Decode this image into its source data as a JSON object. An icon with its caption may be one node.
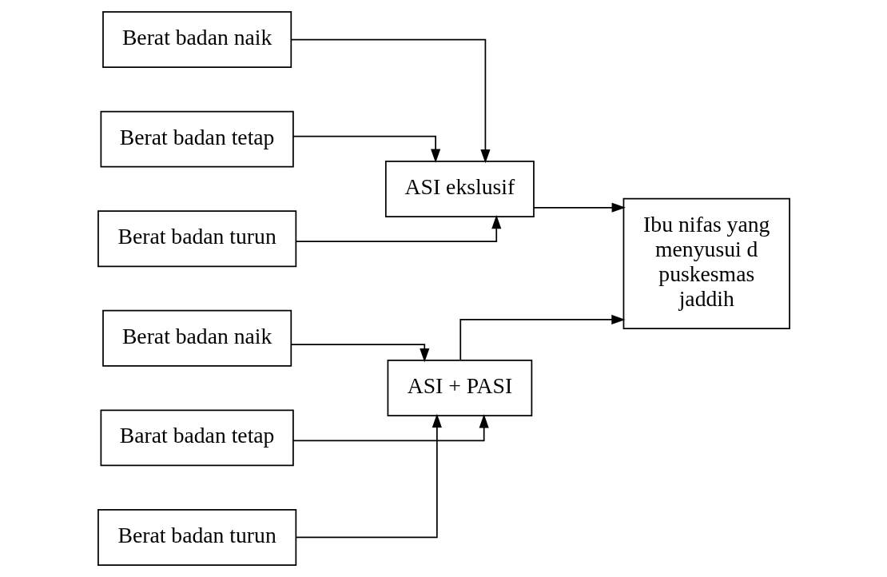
{
  "diagram": {
    "nodes": [
      {
        "text": [
          "Berat badan naik"
        ]
      },
      {
        "text": [
          "Berat badan tetap"
        ]
      },
      {
        "text": [
          "Berat badan turun"
        ]
      },
      {
        "text": [
          "ASI ekslusif"
        ]
      },
      {
        "text": [
          "Berat badan naik"
        ]
      },
      {
        "text": [
          "Barat badan tetap"
        ]
      },
      {
        "text": [
          "Berat badan turun"
        ]
      },
      {
        "text": [
          "ASI + PASI"
        ]
      },
      {
        "text": [
          "Ibu nifas yang menyusui d puskesmas jaddih"
        ]
      }
    ],
    "edges": [
      {
        "from": 0,
        "to": 3,
        "arrow": "to"
      },
      {
        "from": 1,
        "to": 3,
        "arrow": "to"
      },
      {
        "from": 2,
        "to": 3,
        "arrow": "to"
      },
      {
        "from": 4,
        "to": 7,
        "arrow": "to"
      },
      {
        "from": 5,
        "to": 7,
        "arrow": "to"
      },
      {
        "from": 6,
        "to": 7,
        "arrow": "to"
      },
      {
        "from": 3,
        "to": 8,
        "arrow": "to"
      },
      {
        "from": 7,
        "to": 8,
        "arrow": "to"
      }
    ]
  }
}
